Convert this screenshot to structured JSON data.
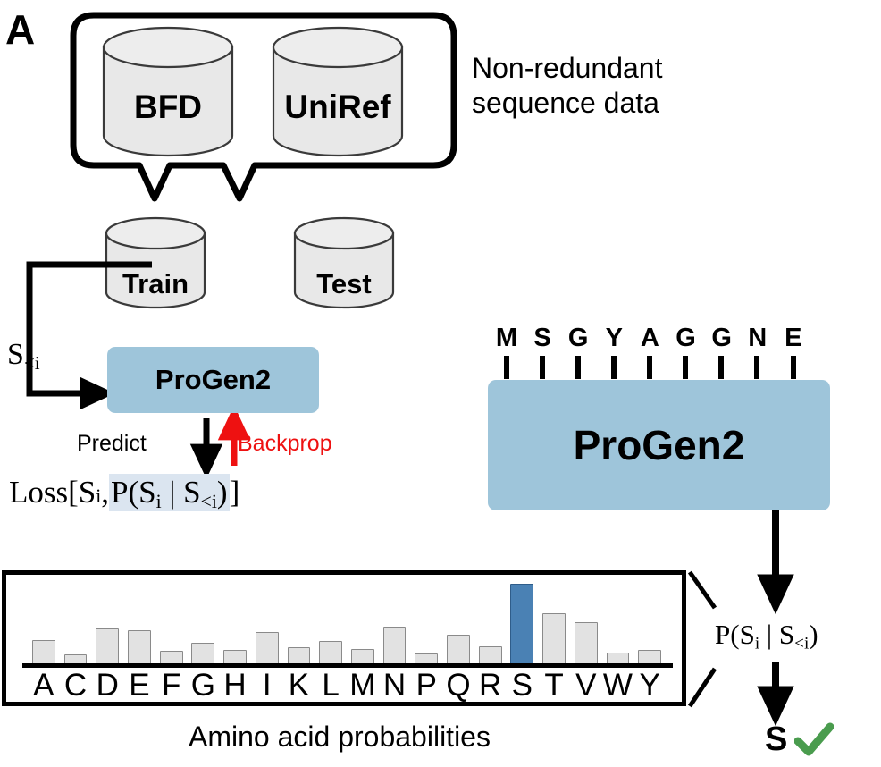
{
  "panel": {
    "label": "A"
  },
  "databases": {
    "container_name": "data-sources-group",
    "items": [
      {
        "name": "BFD",
        "label": "BFD"
      },
      {
        "name": "UniRef",
        "label": "UniRef"
      }
    ],
    "caption": "Non-redundant\nsequence data"
  },
  "splits": [
    {
      "name": "train",
      "label": "Train"
    },
    {
      "name": "test",
      "label": "Test"
    }
  ],
  "training": {
    "model_label": "ProGen2",
    "input_label": "S",
    "input_sub": "<i",
    "predict_label": "Predict",
    "backprop_label": "Backprop",
    "loss": {
      "prefix": "Loss[ ",
      "target": "S",
      "target_sub": "i",
      "comma": ", ",
      "highlighted": "P(S",
      "highlighted_sub1": "i",
      "highlighted_mid": " | S",
      "highlighted_sub2": "<i",
      "highlighted_end": ")",
      "suffix": " ]"
    }
  },
  "inference": {
    "model_label": "ProGen2",
    "sequence": [
      "M",
      "S",
      "G",
      "Y",
      "A",
      "G",
      "G",
      "N",
      "E"
    ],
    "probability_label": "P(S",
    "probability_sub1": "i",
    "probability_mid": " | S",
    "probability_sub2": "<i",
    "probability_end": ")",
    "result_letter": "S",
    "result_status": "check-accepted"
  },
  "chart_data": {
    "type": "bar",
    "title": "Amino acid probabilities",
    "xlabel": "",
    "ylabel": "",
    "ylim": [
      0,
      1.0
    ],
    "grid": false,
    "legend": "none",
    "categories": [
      "A",
      "C",
      "D",
      "E",
      "F",
      "G",
      "H",
      "I",
      "K",
      "L",
      "M",
      "N",
      "P",
      "Q",
      "R",
      "S",
      "T",
      "V",
      "W",
      "Y"
    ],
    "values": [
      0.3,
      0.12,
      0.44,
      0.42,
      0.17,
      0.27,
      0.18,
      0.4,
      0.21,
      0.29,
      0.19,
      0.47,
      0.13,
      0.37,
      0.22,
      1.0,
      0.63,
      0.52,
      0.15,
      0.18
    ],
    "highlight_category": "S",
    "highlight_color": "#4a81b4",
    "bar_color": "#e2e2e2",
    "bar_edge_color": "#8a8a8a"
  },
  "colors": {
    "model_box": "#9ec5da",
    "highlight_bar": "#4a81b4",
    "loss_highlight": "#dbe5f0",
    "backprop": "#ee1111",
    "cylinder_fill": "#e8e8e8",
    "check": "#4a9c4e"
  }
}
